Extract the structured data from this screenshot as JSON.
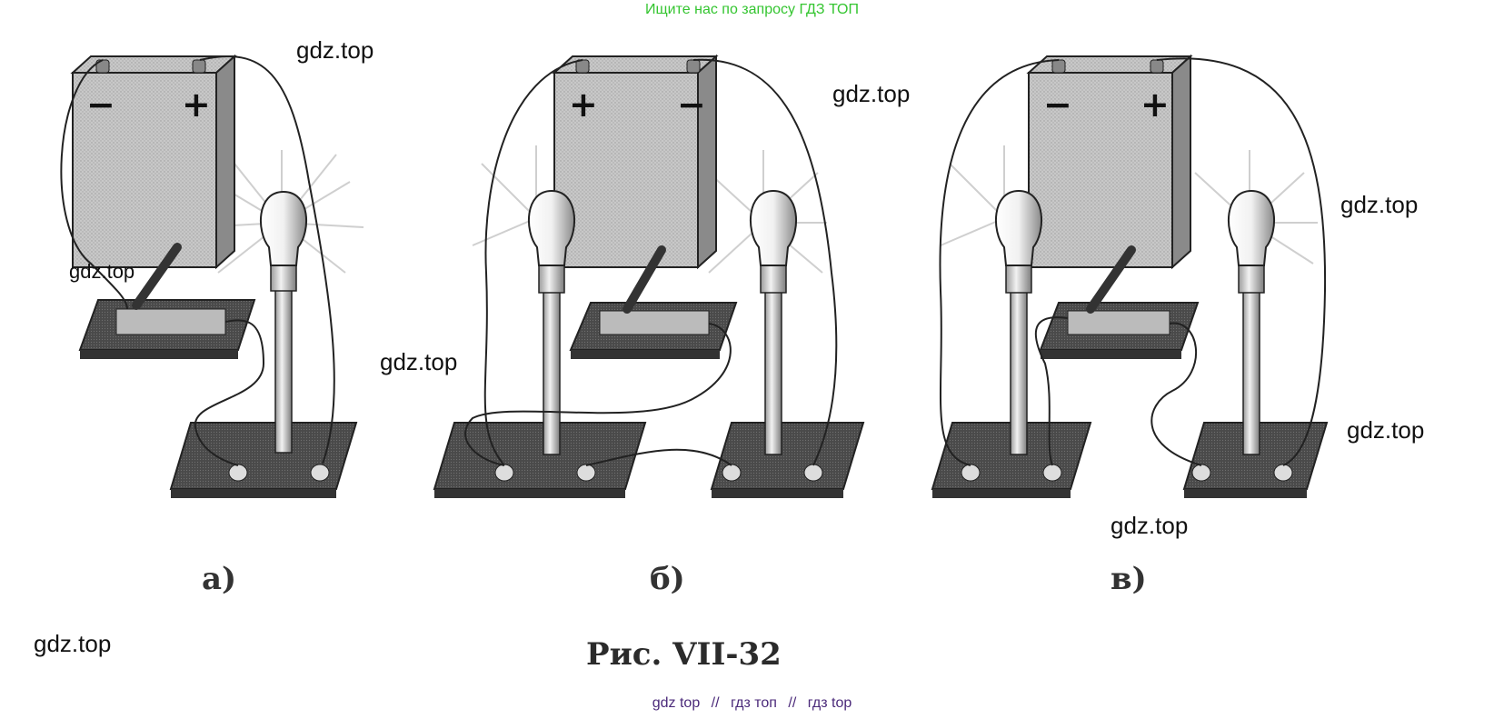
{
  "banner": "Ищите нас по запросу ГДЗ ТОП",
  "watermarks": [
    "gdz.top",
    "gdz.top",
    "gdz.top",
    "gdz.top",
    "gdz.top",
    "gdz.top",
    "gdz.top",
    "gdz.top"
  ],
  "panels": [
    {
      "label": "а)",
      "battery_left_sign": "−",
      "battery_right_sign": "+"
    },
    {
      "label": "б)",
      "battery_left_sign": "+",
      "battery_right_sign": "−"
    },
    {
      "label": "в)",
      "battery_left_sign": "−",
      "battery_right_sign": "+"
    }
  ],
  "caption": "Рис.  VII-32",
  "footer": [
    "gdz top",
    "//",
    "гдз топ",
    "//",
    "гдз top"
  ],
  "colors": {
    "banner": "#34c530",
    "footer": "#4b2a7a",
    "battery_front": "#c9c9c9",
    "base": "#505050",
    "wire": "#222222"
  }
}
